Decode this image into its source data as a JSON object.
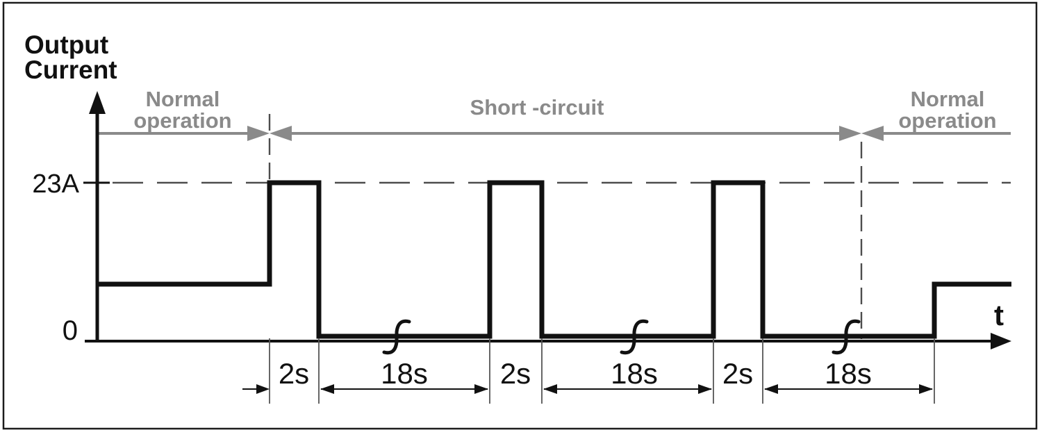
{
  "figure": {
    "title_line1": "Output",
    "title_line2": "Current",
    "y_value_label": "23A",
    "zero_label": "0",
    "time_axis_label": "t",
    "phase_left": {
      "line1": "Normal",
      "line2": "operation"
    },
    "phase_middle": "Short -circuit",
    "phase_right": {
      "line1": "Normal",
      "line2": "operation"
    },
    "durations": [
      "2s",
      "18s",
      "2s",
      "18s",
      "2s",
      "18s"
    ]
  },
  "colors": {
    "line_black": "#111111",
    "annotation_gray": "#8a8a8a",
    "dash_gray": "#4d4d4d",
    "background": "#ffffff"
  },
  "chart_data": {
    "type": "line",
    "title": "",
    "xlabel": "t",
    "ylabel": "Output Current",
    "y_ticks": [
      "0",
      "23A"
    ],
    "peak_current_A": 23,
    "pulse_duration_s": 2,
    "pause_duration_s": 18,
    "phases": [
      "Normal operation",
      "Short -circuit",
      "Normal operation"
    ],
    "grid": false,
    "series": [
      {
        "name": "Output current",
        "steps": [
          {
            "phase": "Normal operation",
            "level": "nominal",
            "duration_s": null
          },
          {
            "phase": "Short -circuit",
            "level_A": 23,
            "duration_s": 2
          },
          {
            "phase": "Short -circuit",
            "level_A": 0,
            "duration_s": 18
          },
          {
            "phase": "Short -circuit",
            "level_A": 23,
            "duration_s": 2
          },
          {
            "phase": "Short -circuit",
            "level_A": 0,
            "duration_s": 18
          },
          {
            "phase": "Short -circuit",
            "level_A": 23,
            "duration_s": 2
          },
          {
            "phase": "Short -circuit",
            "level_A": 0,
            "duration_s": 18
          },
          {
            "phase": "Normal operation",
            "level": "nominal",
            "duration_s": null
          }
        ]
      }
    ]
  }
}
